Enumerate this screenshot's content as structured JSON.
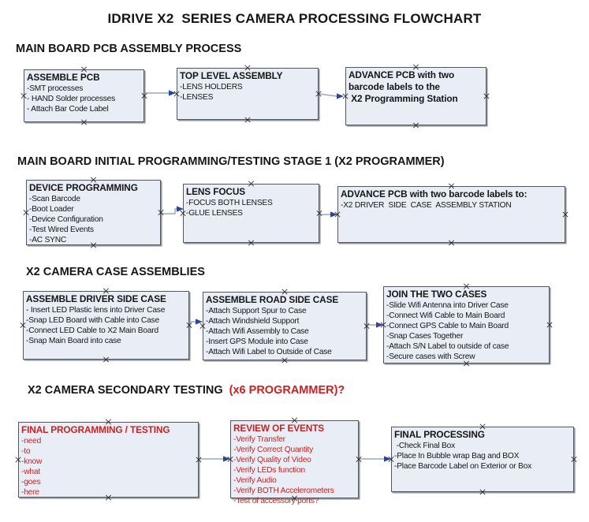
{
  "title": "IDRIVE X2  SERIES CAMERA PROCESSING FLOWCHART",
  "colors": {
    "box_fill": "#e9edf6",
    "box_border": "#53565c",
    "red_text": "#cc2020",
    "arrow_line": "#96aac4",
    "arrow_head": "#2d4596",
    "handle": "#1a1a1a"
  },
  "sections": [
    {
      "heading": "MAIN BOARD PCB ASSEMBLY PROCESS",
      "heading_red_suffix": "",
      "boxes": [
        {
          "title": "ASSEMBLE PCB",
          "lines": [
            "-SMT processes",
            "- HAND Solder processes",
            "- Attach Bar Code Label"
          ]
        },
        {
          "title": "TOP LEVEL ASSEMBLY",
          "lines": [
            "-LENS HOLDERS",
            "-LENSES"
          ]
        },
        {
          "title": "ADVANCE PCB with two\nbarcode labels to the\n X2 Programming Station",
          "lines": []
        }
      ]
    },
    {
      "heading": "MAIN BOARD INITIAL PROGRAMMING/TESTING STAGE 1 (X2 PROGRAMMER)",
      "heading_red_suffix": "",
      "boxes": [
        {
          "title": "DEVICE PROGRAMMING",
          "lines": [
            "-Scan Barcode",
            "-Boot Loader",
            "-Device Configuration",
            "-Test Wired Events",
            "-AC SYNC"
          ]
        },
        {
          "title": "LENS FOCUS",
          "lines": [
            "-FOCUS BOTH LENSES",
            "-GLUE LENSES"
          ]
        },
        {
          "title": "ADVANCE PCB with two barcode labels to:",
          "lines": [
            "-X2 DRIVER  SIDE  CASE  ASSEMBLY STATION"
          ]
        }
      ]
    },
    {
      "heading": "X2 CAMERA CASE ASSEMBLIES",
      "heading_red_suffix": "",
      "boxes": [
        {
          "title": "ASSEMBLE DRIVER SIDE CASE",
          "lines": [
            "- Insert LED Plastic lens into Driver Case",
            "-Snap LED Board with Cable into Case",
            "-Connect LED Cable to X2 Main Board",
            "-Snap Main Board into case"
          ]
        },
        {
          "title": "ASSEMBLE ROAD SIDE CASE",
          "lines": [
            "-Attach Support Spur to Case",
            "-Attach Windshield Support",
            "-Attach Wifi Assembly to Case",
            "-Insert GPS Module into Case",
            "-Attach Wifi Label to Outside of Case"
          ]
        },
        {
          "title": "JOIN THE TWO CASES",
          "lines": [
            "-Slide Wifi Antenna into Driver Case",
            "-Connect Wifi Cable to Main Board",
            "-Connect GPS Cable to Main Board",
            "-Snap Cases Together",
            "-Attach S/N Label to outside of case",
            "-Secure cases with Screw"
          ]
        }
      ]
    },
    {
      "heading": "X2 CAMERA SECONDARY TESTING ",
      "heading_red_suffix": " (x6 PROGRAMMER)?",
      "boxes": [
        {
          "title": "FINAL PROGRAMMING / TESTING",
          "lines": [
            "-need",
            "-to",
            "-know",
            "-what",
            "-goes",
            "-here"
          ]
        },
        {
          "title": "REVIEW OF EVENTS",
          "lines": [
            "-Verify Transfer",
            "-Verify Correct Quantity",
            "-Verify Quality of Video",
            "-Verify LEDs function",
            "-Verify Audio",
            "-Verify BOTH Accelerometers",
            "-Test of accessory ports?"
          ]
        },
        {
          "title": "FINAL PROCESSING",
          "lines": [
            " -Check Final Box",
            "-Place In Bubble wrap Bag and BOX",
            "-Place Barcode Label on Exterior or Box"
          ]
        }
      ]
    }
  ]
}
